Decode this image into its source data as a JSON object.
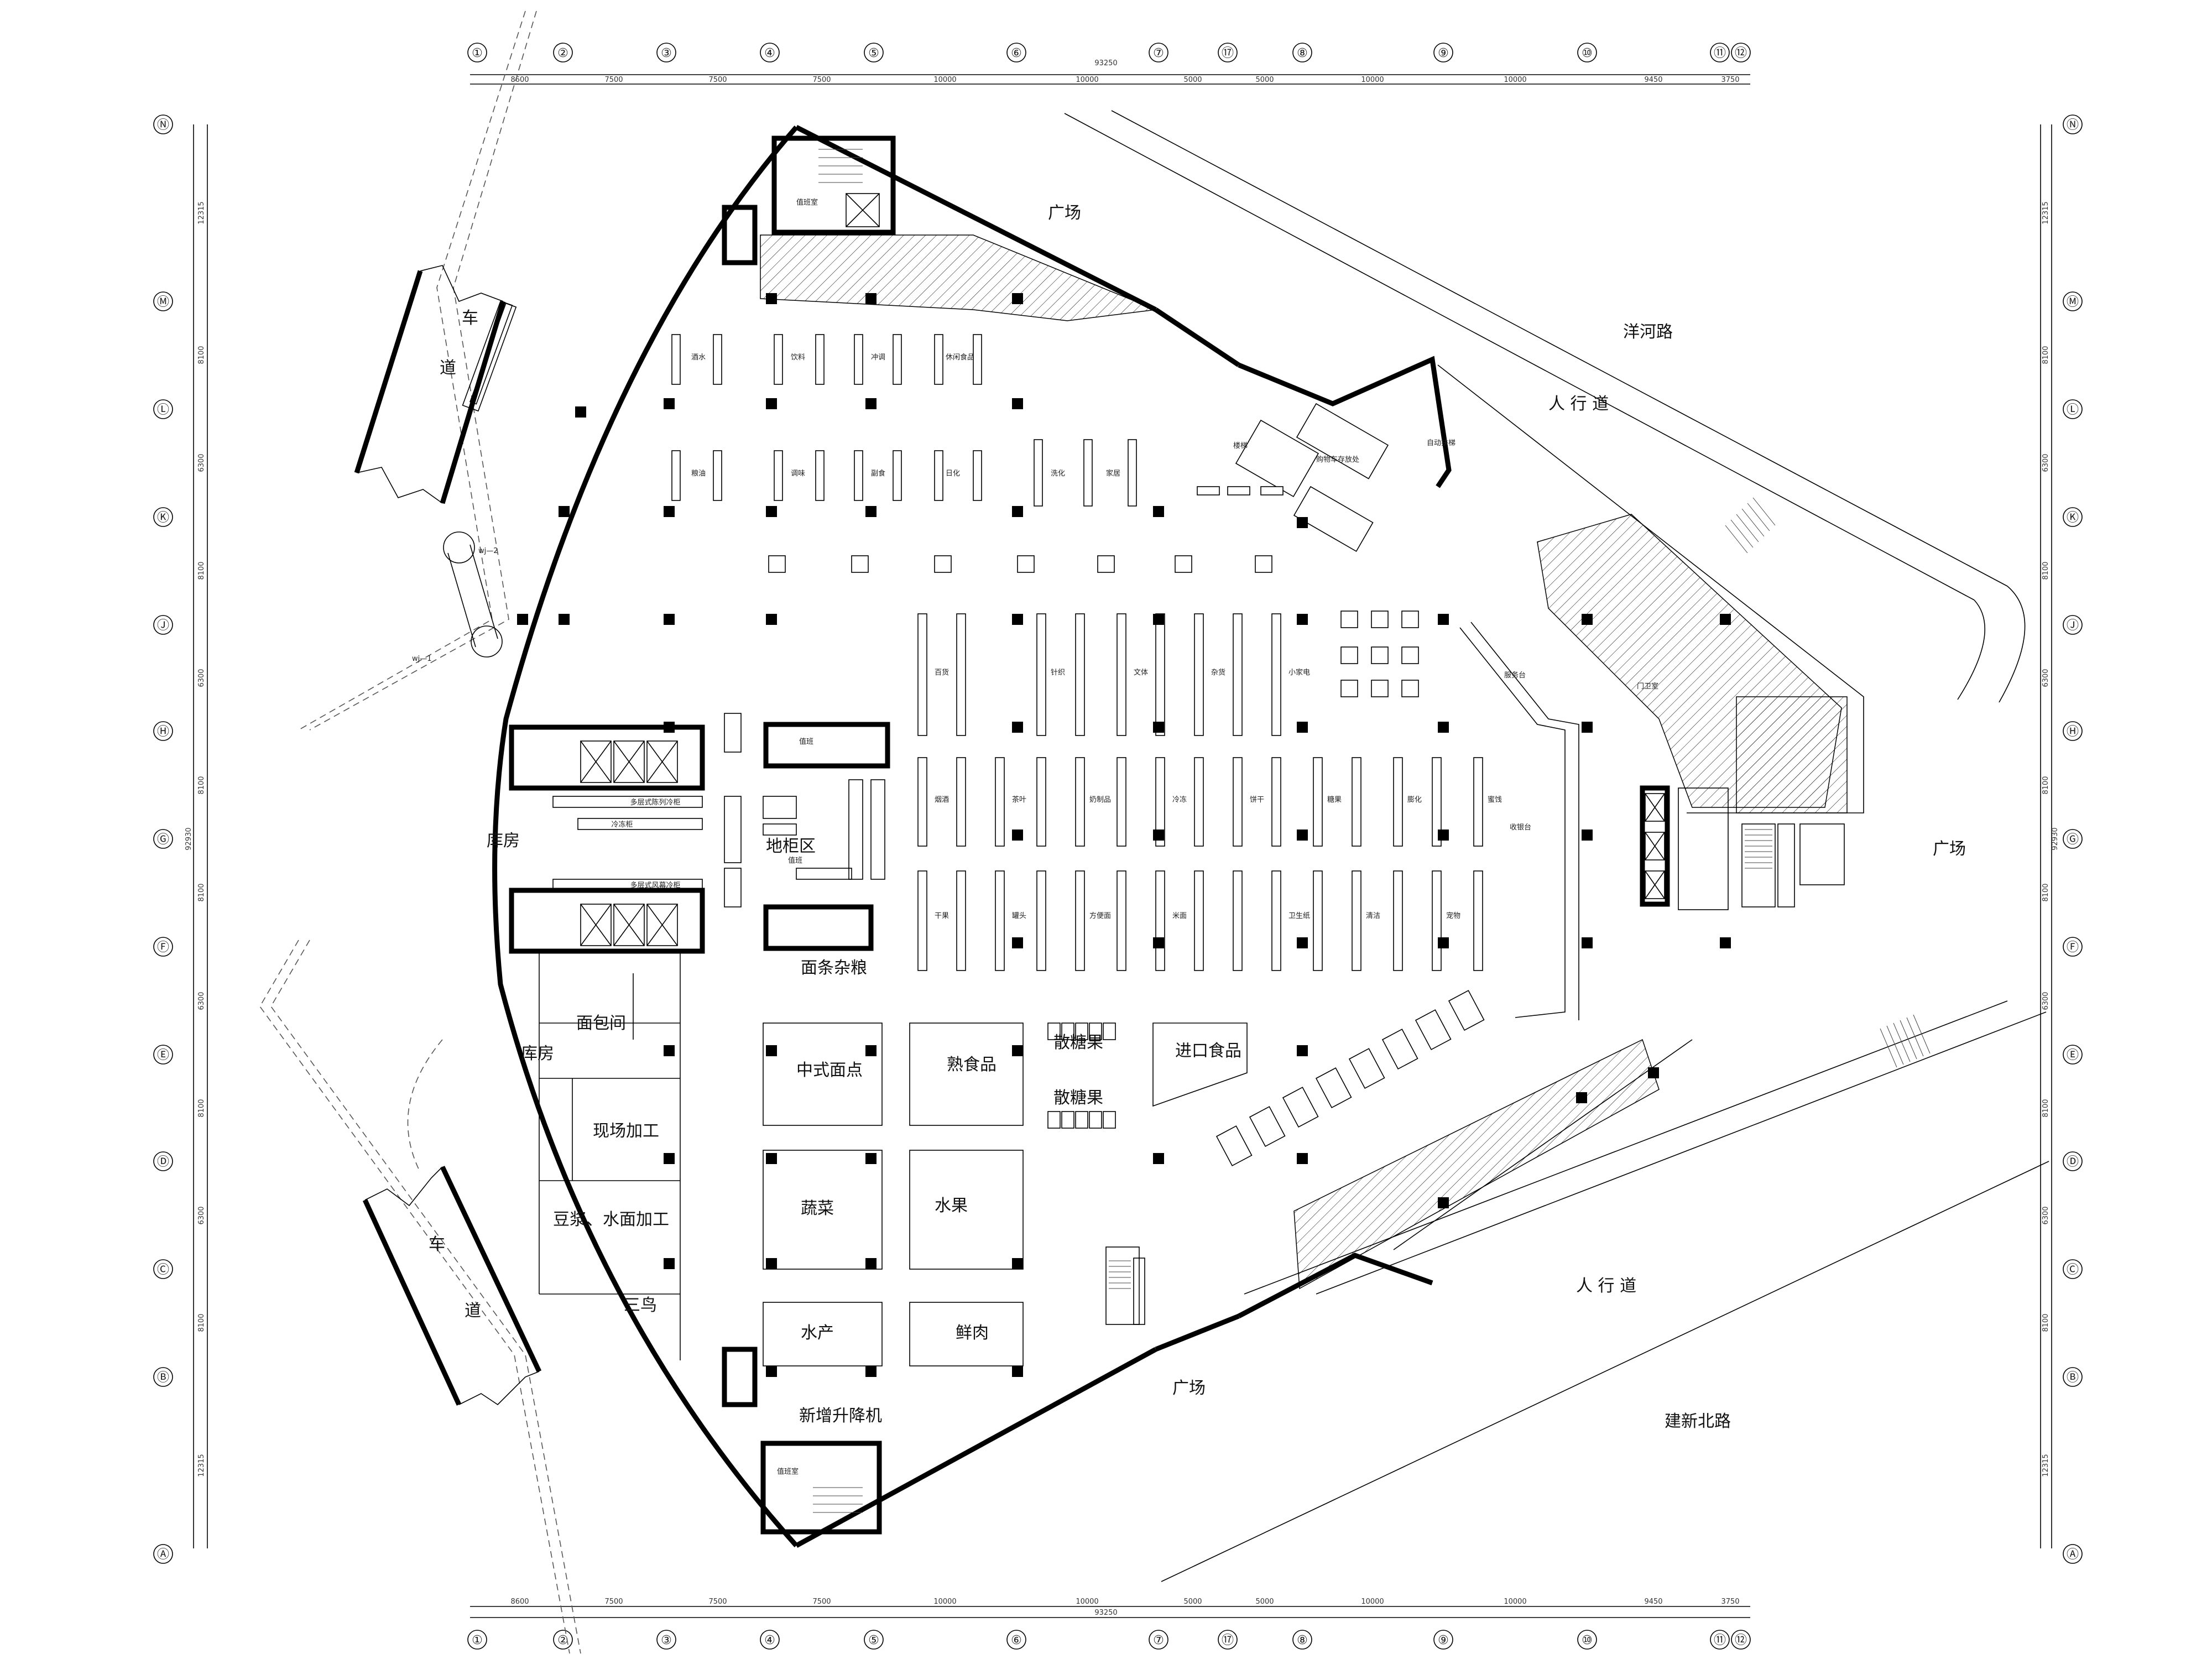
{
  "axes": {
    "cols": [
      "①",
      "②",
      "③",
      "④",
      "⑤",
      "⑥",
      "⑦",
      "⑰",
      "⑧",
      "⑨",
      "⑩",
      "⑪",
      "⑫"
    ],
    "rows": [
      "Ⓝ",
      "Ⓜ",
      "Ⓛ",
      "Ⓚ",
      "Ⓙ",
      "Ⓗ",
      "Ⓖ",
      "Ⓕ",
      "Ⓔ",
      "Ⓓ",
      "Ⓒ",
      "Ⓑ",
      "Ⓐ"
    ]
  },
  "dims": {
    "top": [
      "8600",
      "7500",
      "7500",
      "7500",
      "10000",
      "10000",
      "5000",
      "5000",
      "10000",
      "10000",
      "9450",
      "3750"
    ],
    "top_total": "93250",
    "bottom": [
      "8600",
      "7500",
      "7500",
      "7500",
      "10000",
      "10000",
      "5000",
      "5000",
      "10000",
      "10000",
      "9450",
      "3750"
    ],
    "bottom_total": "93250",
    "left": [
      "12315",
      "8100",
      "6300",
      "8100",
      "6300",
      "8100",
      "8100",
      "6300",
      "8100",
      "6300",
      "8100",
      "12315"
    ],
    "left_total": "92930",
    "right": [
      "12315",
      "8100",
      "6300",
      "8100",
      "6300",
      "8100",
      "8100",
      "6300",
      "8100",
      "6300",
      "8100",
      "12315"
    ],
    "right_total": "92930"
  },
  "roads": {
    "yanghe": "洋河路",
    "jianxin_north": "建新北路",
    "sidewalk_top": "人 行 道",
    "sidewalk_bottom": "人 行 道"
  },
  "plazas": {
    "north": "广场",
    "east": "广场",
    "south": "广场"
  },
  "driveways": {
    "top_label_1": "车",
    "top_label_2": "道",
    "bottom_label_1": "车",
    "bottom_label_2": "道"
  },
  "ramps": {
    "wj2": "wj—2",
    "wj1": "wj—1"
  },
  "rooms": {
    "storage_top": "库房",
    "bakery": "面包间",
    "storage_bottom": "库房",
    "onsite_processing": "现场加工",
    "soy_noodle_processing": "豆浆、水面加工",
    "poultry": "三鸟",
    "chinese_pastry": "中式面点",
    "deli": "熟食品",
    "imported_food": "进口食品",
    "bulk_candy_1": "散糖果",
    "bulk_candy_2": "散糖果",
    "vegetables": "蔬菜",
    "fruit": "水果",
    "seafood": "水产",
    "fresh_meat": "鲜肉",
    "new_lift": "新增升降机",
    "frozen_zone": "地柜区",
    "noodles_grain": "面条杂粮",
    "office_top": "值班室",
    "office_bottom": "值班室",
    "security_top": "值班",
    "security_mid": "值班",
    "multi_shelf_1": "多层式陈列冷柜",
    "multi_shelf_2": "多层式风幕冷柜",
    "freezer": "冷冻柜",
    "stair_1": "楼梯",
    "escalator": "自动扶梯",
    "shopping_cart": "购物车存放处",
    "gate": "门卫室",
    "checkout": "收银台",
    "service_desk": "服务台"
  },
  "dept_labels": [
    "酒水",
    "饮料",
    "冲调",
    "休闲食品",
    "粮油",
    "调味",
    "副食",
    "日化",
    "洗化",
    "家居",
    "百货",
    "针织",
    "文体",
    "杂货",
    "小家电",
    "烟酒",
    "茶叶",
    "奶制品",
    "冷冻",
    "饼干",
    "糖果",
    "膨化",
    "蜜饯",
    "干果",
    "罐头",
    "方便面",
    "米面",
    "卫生纸",
    "清洁",
    "宠物"
  ]
}
